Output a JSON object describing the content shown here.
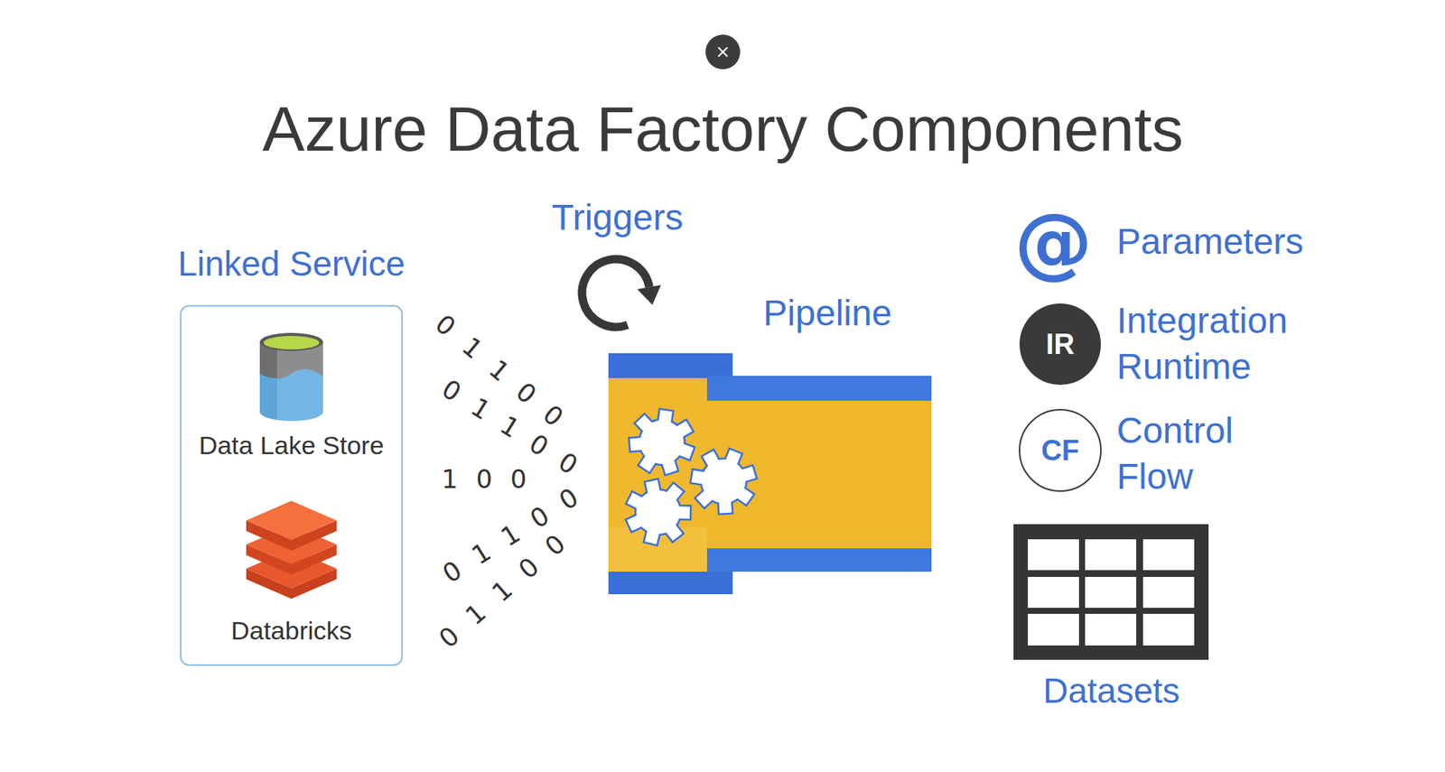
{
  "diagram": {
    "title": "Azure Data Factory Components",
    "nodes": [
      {
        "text": [
          "Linked Service"
        ]
      },
      {
        "text": [
          "Data Lake Store"
        ],
        "in": 0
      },
      {
        "text": [
          "Databricks"
        ],
        "in": 0
      },
      {
        "text": [
          "IR"
        ]
      },
      {
        "text": [
          "CF"
        ]
      }
    ],
    "labels": [
      "Triggers",
      "01100",
      "01100",
      "100",
      "01100",
      "01100",
      "Pipeline",
      "@",
      "Parameters",
      "Integration Runtime",
      "Control Flow",
      "Datasets"
    ]
  }
}
